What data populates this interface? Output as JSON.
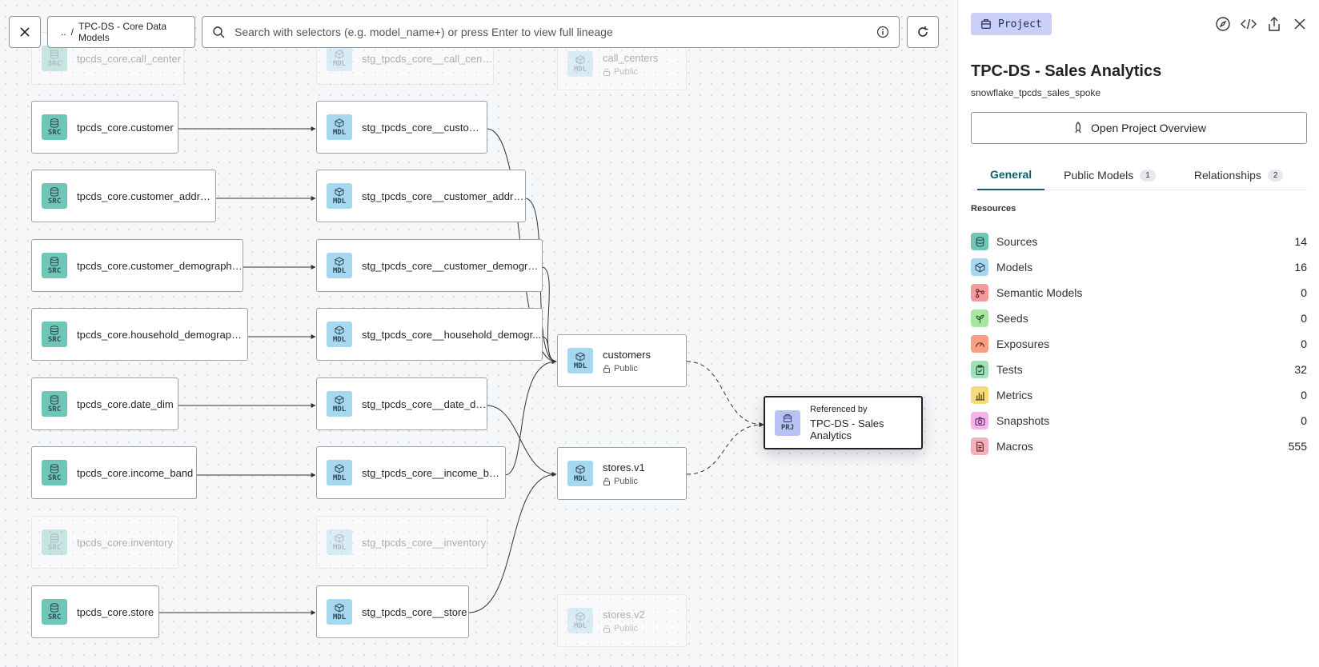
{
  "toolbar": {
    "breadcrumb_up": "..",
    "breadcrumb_sep": "/",
    "breadcrumb_project": "TPC-DS - Core Data Models",
    "search_placeholder": "Search with selectors (e.g. model_name+) or press Enter to view full lineage"
  },
  "badges": {
    "src": "SRC",
    "mdl": "MDL",
    "prj": "PRJ"
  },
  "graph": {
    "sources": [
      "tpcds_core.call_center",
      "tpcds_core.customer",
      "tpcds_core.customer_address",
      "tpcds_core.customer_demographics",
      "tpcds_core.household_demographics",
      "tpcds_core.date_dim",
      "tpcds_core.income_band",
      "tpcds_core.inventory",
      "tpcds_core.store"
    ],
    "staging": [
      "stg_tpcds_core__call_center",
      "stg_tpcds_core__customer",
      "stg_tpcds_core__customer_address",
      "stg_tpcds_core__customer_demogra...",
      "stg_tpcds_core__household_demogr...",
      "stg_tpcds_core__date_dim",
      "stg_tpcds_core__income_band",
      "stg_tpcds_core__inventory",
      "stg_tpcds_core__store"
    ],
    "public_models": [
      {
        "name": "call_centers",
        "access": "Public"
      },
      {
        "name": "customers",
        "access": "Public"
      },
      {
        "name": "stores.v1",
        "access": "Public"
      },
      {
        "name": "stores.v2",
        "access": "Public"
      }
    ],
    "project_node": {
      "line1": "Referenced by",
      "line2": "TPC-DS - Sales Analytics"
    }
  },
  "panel": {
    "type_label": "Project",
    "title": "TPC-DS - Sales Analytics",
    "subtitle": "snowflake_tpcds_sales_spoke",
    "overview_button": "Open Project Overview",
    "tabs": [
      {
        "label": "General",
        "count": ""
      },
      {
        "label": "Public Models",
        "count": "1"
      },
      {
        "label": "Relationships",
        "count": "2"
      }
    ],
    "resources_heading": "Resources",
    "resources": [
      {
        "label": "Sources",
        "value": "14",
        "icon": "database-icon",
        "color": "#6fc6b6"
      },
      {
        "label": "Models",
        "value": "16",
        "icon": "cube-icon",
        "color": "#a6d7f0"
      },
      {
        "label": "Semantic Models",
        "value": "0",
        "icon": "semantic-icon",
        "color": "#f39a9a"
      },
      {
        "label": "Seeds",
        "value": "0",
        "icon": "seed-icon",
        "color": "#a6e6a1"
      },
      {
        "label": "Exposures",
        "value": "0",
        "icon": "gauge-icon",
        "color": "#f6a07f"
      },
      {
        "label": "Tests",
        "value": "32",
        "icon": "clipboard-check-icon",
        "color": "#9fe0b4"
      },
      {
        "label": "Metrics",
        "value": "0",
        "icon": "bar-chart-icon",
        "color": "#f7da7a"
      },
      {
        "label": "Snapshots",
        "value": "0",
        "icon": "camera-icon",
        "color": "#f3b4ec"
      },
      {
        "label": "Macros",
        "value": "555",
        "icon": "document-icon",
        "color": "#f5b1b9"
      }
    ]
  }
}
